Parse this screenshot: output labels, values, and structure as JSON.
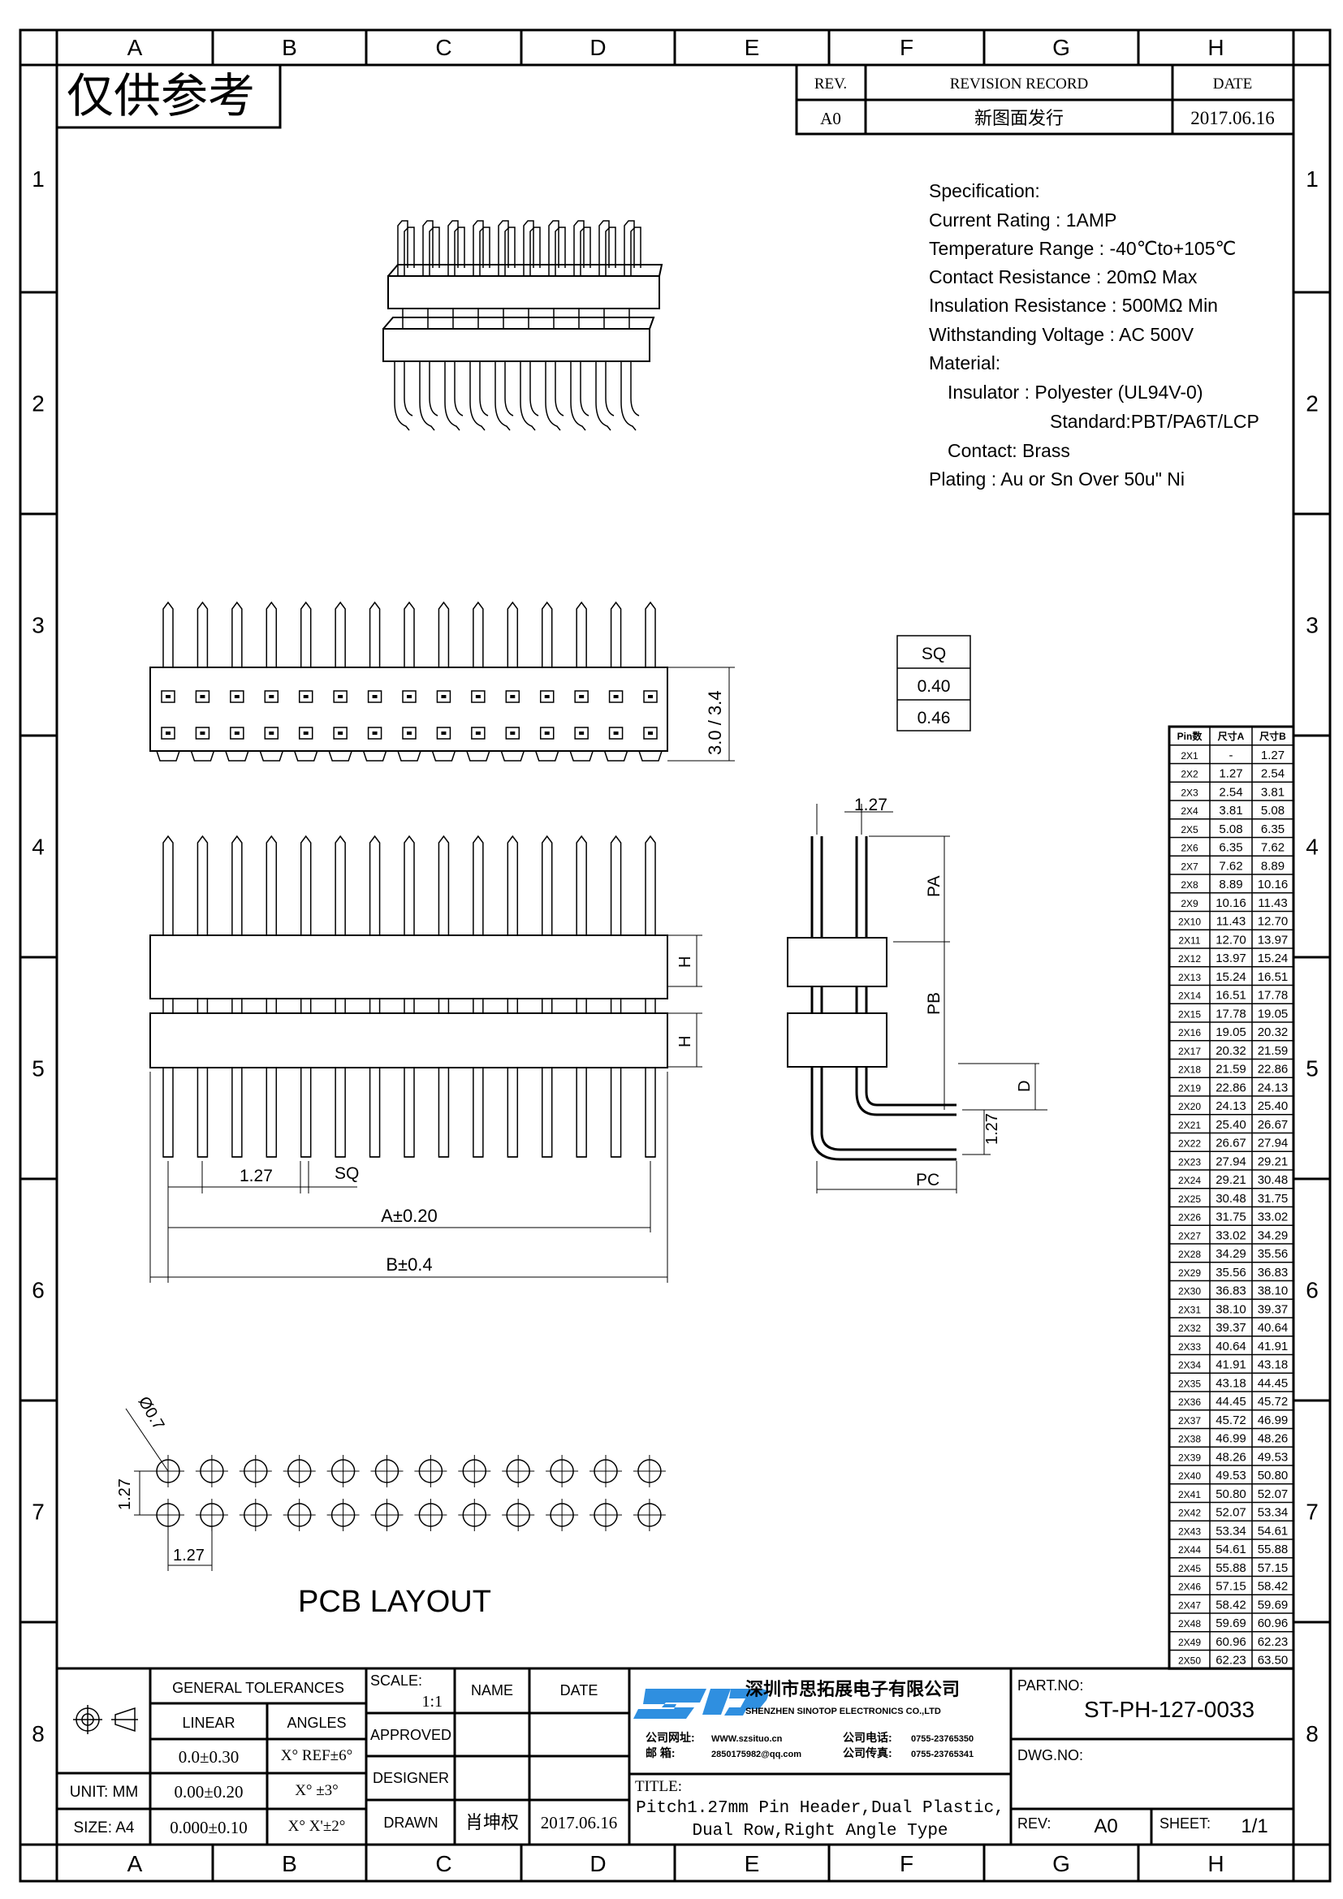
{
  "frame": {
    "columns": [
      "A",
      "B",
      "C",
      "D",
      "E",
      "F",
      "G",
      "H"
    ],
    "rows": [
      "1",
      "2",
      "3",
      "4",
      "5",
      "6",
      "7",
      "8"
    ]
  },
  "stamp": "仅供参考",
  "revision": {
    "headers": {
      "rev": "REV.",
      "record": "REVISION RECORD",
      "date": "DATE"
    },
    "entry": {
      "rev": "A0",
      "record": "新图面发行",
      "date": "2017.06.16"
    }
  },
  "specification": {
    "lines": [
      "Specification:",
      "Current Rating : 1AMP",
      "Temperature Range : -40℃to+105℃",
      "Contact Resistance : 20mΩ Max",
      "Insulation Resistance : 500MΩ Min",
      "Withstanding Voltage : AC 500V",
      "Material:",
      "Insulator : Polyester (UL94V-0)",
      "Standard:PBT/PA6T/LCP",
      "Contact: Brass",
      "Plating : Au or Sn Over 50u\" Ni"
    ]
  },
  "sq_table": {
    "header": "SQ",
    "values": [
      "0.40",
      "0.46"
    ]
  },
  "dimensions": {
    "height": "3.0 / 3.4",
    "pitch": "1.27",
    "sq": "SQ",
    "a": "A±0.20",
    "b": "B±0.4",
    "h": "H",
    "pa": "PA",
    "pb": "PB",
    "pc": "PC",
    "d": "D",
    "hole": "Ø0.7"
  },
  "pcb_layout_label": "PCB LAYOUT",
  "size_table": {
    "headers": [
      "Pin数",
      "尺寸A",
      "尺寸B"
    ],
    "rows": [
      [
        "2X1",
        "-",
        "1.27"
      ],
      [
        "2X2",
        "1.27",
        "2.54"
      ],
      [
        "2X3",
        "2.54",
        "3.81"
      ],
      [
        "2X4",
        "3.81",
        "5.08"
      ],
      [
        "2X5",
        "5.08",
        "6.35"
      ],
      [
        "2X6",
        "6.35",
        "7.62"
      ],
      [
        "2X7",
        "7.62",
        "8.89"
      ],
      [
        "2X8",
        "8.89",
        "10.16"
      ],
      [
        "2X9",
        "10.16",
        "11.43"
      ],
      [
        "2X10",
        "11.43",
        "12.70"
      ],
      [
        "2X11",
        "12.70",
        "13.97"
      ],
      [
        "2X12",
        "13.97",
        "15.24"
      ],
      [
        "2X13",
        "15.24",
        "16.51"
      ],
      [
        "2X14",
        "16.51",
        "17.78"
      ],
      [
        "2X15",
        "17.78",
        "19.05"
      ],
      [
        "2X16",
        "19.05",
        "20.32"
      ],
      [
        "2X17",
        "20.32",
        "21.59"
      ],
      [
        "2X18",
        "21.59",
        "22.86"
      ],
      [
        "2X19",
        "22.86",
        "24.13"
      ],
      [
        "2X20",
        "24.13",
        "25.40"
      ],
      [
        "2X21",
        "25.40",
        "26.67"
      ],
      [
        "2X22",
        "26.67",
        "27.94"
      ],
      [
        "2X23",
        "27.94",
        "29.21"
      ],
      [
        "2X24",
        "29.21",
        "30.48"
      ],
      [
        "2X25",
        "30.48",
        "31.75"
      ],
      [
        "2X26",
        "31.75",
        "33.02"
      ],
      [
        "2X27",
        "33.02",
        "34.29"
      ],
      [
        "2X28",
        "34.29",
        "35.56"
      ],
      [
        "2X29",
        "35.56",
        "36.83"
      ],
      [
        "2X30",
        "36.83",
        "38.10"
      ],
      [
        "2X31",
        "38.10",
        "39.37"
      ],
      [
        "2X32",
        "39.37",
        "40.64"
      ],
      [
        "2X33",
        "40.64",
        "41.91"
      ],
      [
        "2X34",
        "41.91",
        "43.18"
      ],
      [
        "2X35",
        "43.18",
        "44.45"
      ],
      [
        "2X36",
        "44.45",
        "45.72"
      ],
      [
        "2X37",
        "45.72",
        "46.99"
      ],
      [
        "2X38",
        "46.99",
        "48.26"
      ],
      [
        "2X39",
        "48.26",
        "49.53"
      ],
      [
        "2X40",
        "49.53",
        "50.80"
      ],
      [
        "2X41",
        "50.80",
        "52.07"
      ],
      [
        "2X42",
        "52.07",
        "53.34"
      ],
      [
        "2X43",
        "53.34",
        "54.61"
      ],
      [
        "2X44",
        "54.61",
        "55.88"
      ],
      [
        "2X45",
        "55.88",
        "57.15"
      ],
      [
        "2X46",
        "57.15",
        "58.42"
      ],
      [
        "2X47",
        "58.42",
        "59.69"
      ],
      [
        "2X48",
        "59.69",
        "60.96"
      ],
      [
        "2X49",
        "60.96",
        "62.23"
      ],
      [
        "2X50",
        "62.23",
        "63.50"
      ]
    ]
  },
  "title_block": {
    "general_tolerances": "GENERAL TOLERANCES",
    "linear": "LINEAR",
    "angles": "ANGLES",
    "tol_rows": [
      [
        "0.0±0.30",
        "X° REF±6°"
      ],
      [
        "0.00±0.20",
        "X° ±3°"
      ],
      [
        "0.000±0.10",
        "X° X'±2°"
      ]
    ],
    "unit": "UNIT: MM",
    "size": "SIZE: A4",
    "scale_label": "SCALE:",
    "scale_value": "1:1",
    "name_header": "NAME",
    "date_header": "DATE",
    "approved": "APPROVED",
    "designer": "DESIGNER",
    "drawn": "DRAWN",
    "drawn_name": "肖坤权",
    "drawn_date": "2017.06.16",
    "company": {
      "logo": "STP",
      "logo_color": "#2f8fe0",
      "name_cn": "深圳市思拓展电子有限公司",
      "name_en": "SHENZHEN SINOTOP ELECTRONICS CO.,LTD",
      "website_label": "公司网址:",
      "website": "WWW.szsituo.cn",
      "email_label": "邮    箱:",
      "email": "2850175982@qq.com",
      "phone_label": "公司电话:",
      "phone": "0755-23765350",
      "fax_label": "公司传真:",
      "fax": "0755-23765341"
    },
    "title_label": "TITLE:",
    "title_line1": "Pitch1.27mm Pin Header,Dual Plastic,",
    "title_line2": "Dual Row,Right Angle Type",
    "part_no_label": "PART.NO:",
    "part_no": "ST-PH-127-0033",
    "dwg_no_label": "DWG.NO:",
    "rev_label": "REV:",
    "rev": "A0",
    "sheet_label": "SHEET:",
    "sheet": "1/1"
  }
}
